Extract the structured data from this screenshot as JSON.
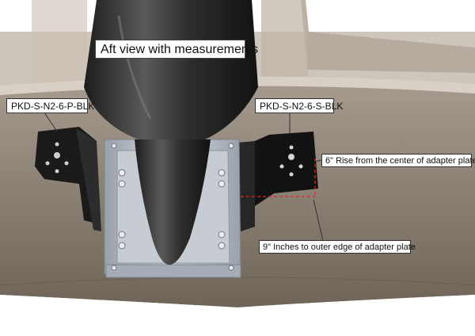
{
  "title": "Aft view with measurements",
  "labels": {
    "port_bracket": "PKD-S-N2-6-P-BLK",
    "starboard_bracket": "PKD-S-N2-6-S-BLK"
  },
  "measurements": {
    "rise": "6\" Rise from the center of adapter plate",
    "outer_edge": "9\" Inches to outer edge of adapter plate"
  },
  "colors": {
    "hull": "#8a7f72",
    "deck": "#c2b8ac",
    "bracket": "#141414",
    "mount_plate": "#b9bfc8",
    "motor": "#3a3a3a",
    "measurement_line": "#e0242c"
  }
}
